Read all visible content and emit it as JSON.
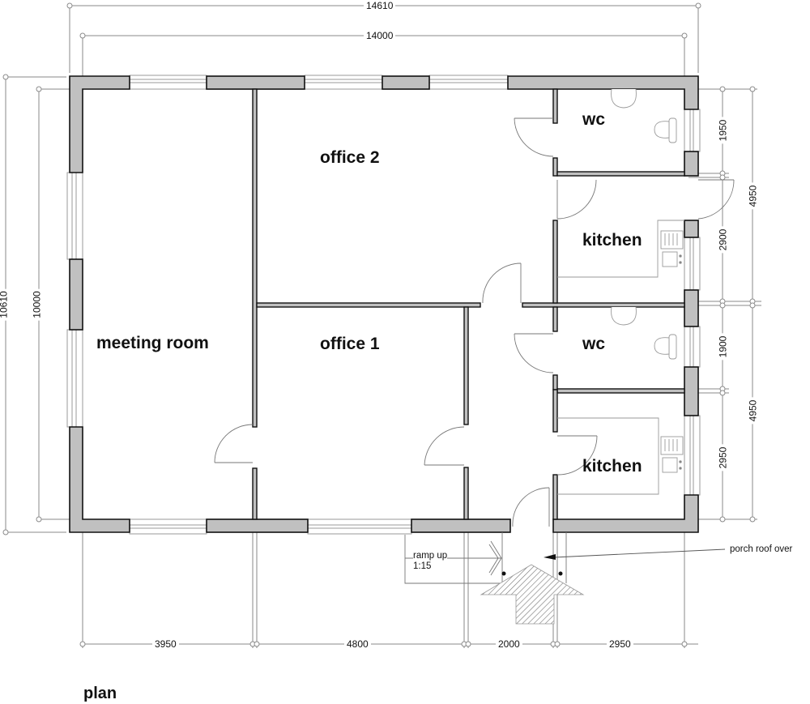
{
  "drawing": {
    "title": "plan",
    "type": "floor plan"
  },
  "rooms": [
    {
      "id": "meeting-room",
      "label": "meeting room"
    },
    {
      "id": "office-2",
      "label": "office 2"
    },
    {
      "id": "office-1",
      "label": "office 1"
    },
    {
      "id": "wc-upper",
      "label": "wc"
    },
    {
      "id": "kitchen-upper",
      "label": "kitchen"
    },
    {
      "id": "wc-lower",
      "label": "wc"
    },
    {
      "id": "kitchen-lower",
      "label": "kitchen"
    }
  ],
  "dimensions": {
    "overall_width_outer": "14610",
    "overall_width_inner": "14000",
    "overall_height_outer": "10610",
    "overall_height_inner": "10000",
    "bottom": [
      "3950",
      "4800",
      "2000",
      "2950"
    ],
    "right_inner": [
      "1950",
      "2900",
      "1900",
      "2950"
    ],
    "right_outer": [
      "4950",
      "4950"
    ]
  },
  "annotations": {
    "ramp_line1": "ramp up",
    "ramp_line2": "1:15",
    "porch": "porch roof over"
  },
  "colors": {
    "wall_fill": "#c0c0c0",
    "wall_stroke": "#111111",
    "dim_line": "#8a8a8a",
    "fixture_line": "#9a9a9a"
  }
}
